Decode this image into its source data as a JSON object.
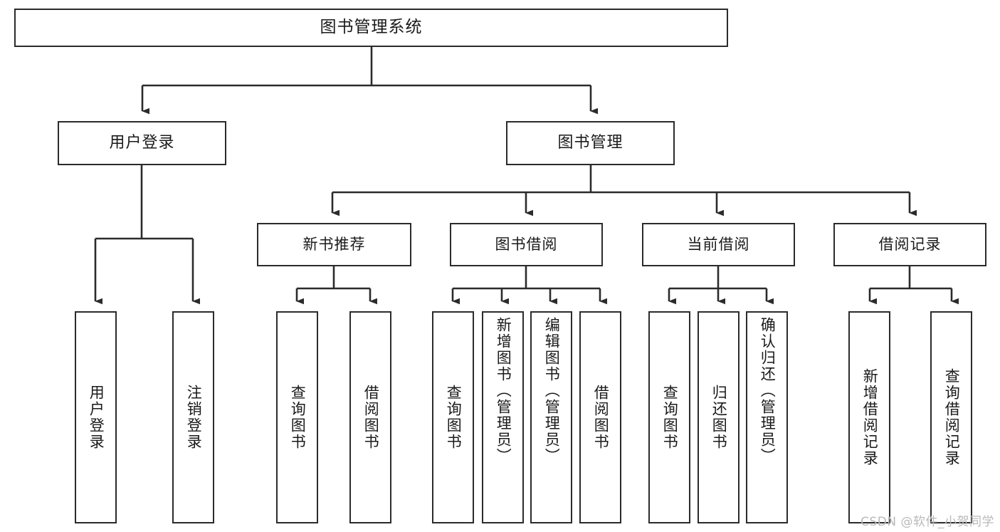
{
  "diagram": {
    "title": "图书管理系统",
    "type": "tree",
    "watermark": "CSDN @软件_小贺同学",
    "colors": {
      "box_border": "#2b2b2b",
      "box_fill": "#ffffff",
      "edge": "#2b2b2b",
      "text": "#1a1a1a",
      "watermark": "#b9b9b9",
      "background": "#ffffff"
    },
    "root": {
      "label": "图书管理系统"
    },
    "level2": [
      {
        "id": "user-login",
        "label": "用户登录"
      },
      {
        "id": "book-manage",
        "label": "图书管理"
      }
    ],
    "level3": [
      {
        "id": "new-book-recommend",
        "label": "新书推荐",
        "parent": "book-manage"
      },
      {
        "id": "book-borrow",
        "label": "图书借阅",
        "parent": "book-manage"
      },
      {
        "id": "current-borrow",
        "label": "当前借阅",
        "parent": "book-manage"
      },
      {
        "id": "borrow-record",
        "label": "借阅记录",
        "parent": "book-manage"
      }
    ],
    "leaves": [
      {
        "id": "leaf-user-login",
        "label": "用户登录",
        "parent": "user-login"
      },
      {
        "id": "leaf-logout-login",
        "label": "注销登录",
        "parent": "user-login"
      },
      {
        "id": "leaf-query-book-1",
        "label": "查询图书",
        "parent": "new-book-recommend"
      },
      {
        "id": "leaf-borrow-book-1",
        "label": "借阅图书",
        "parent": "new-book-recommend"
      },
      {
        "id": "leaf-query-book-2",
        "label": "查询图书",
        "parent": "book-borrow"
      },
      {
        "id": "leaf-add-book",
        "label": "新增图书（管理员）",
        "parent": "book-borrow"
      },
      {
        "id": "leaf-edit-book",
        "label": "编辑图书（管理员）",
        "parent": "book-borrow"
      },
      {
        "id": "leaf-borrow-book-2",
        "label": "借阅图书",
        "parent": "book-borrow"
      },
      {
        "id": "leaf-query-book-3",
        "label": "查询图书",
        "parent": "current-borrow"
      },
      {
        "id": "leaf-return-book",
        "label": "归还图书",
        "parent": "current-borrow"
      },
      {
        "id": "leaf-confirm-return",
        "label": "确认归还（管理员）",
        "parent": "current-borrow"
      },
      {
        "id": "leaf-add-record",
        "label": "新增借阅记录",
        "parent": "borrow-record"
      },
      {
        "id": "leaf-query-record",
        "label": "查询借阅记录",
        "parent": "borrow-record"
      }
    ]
  }
}
